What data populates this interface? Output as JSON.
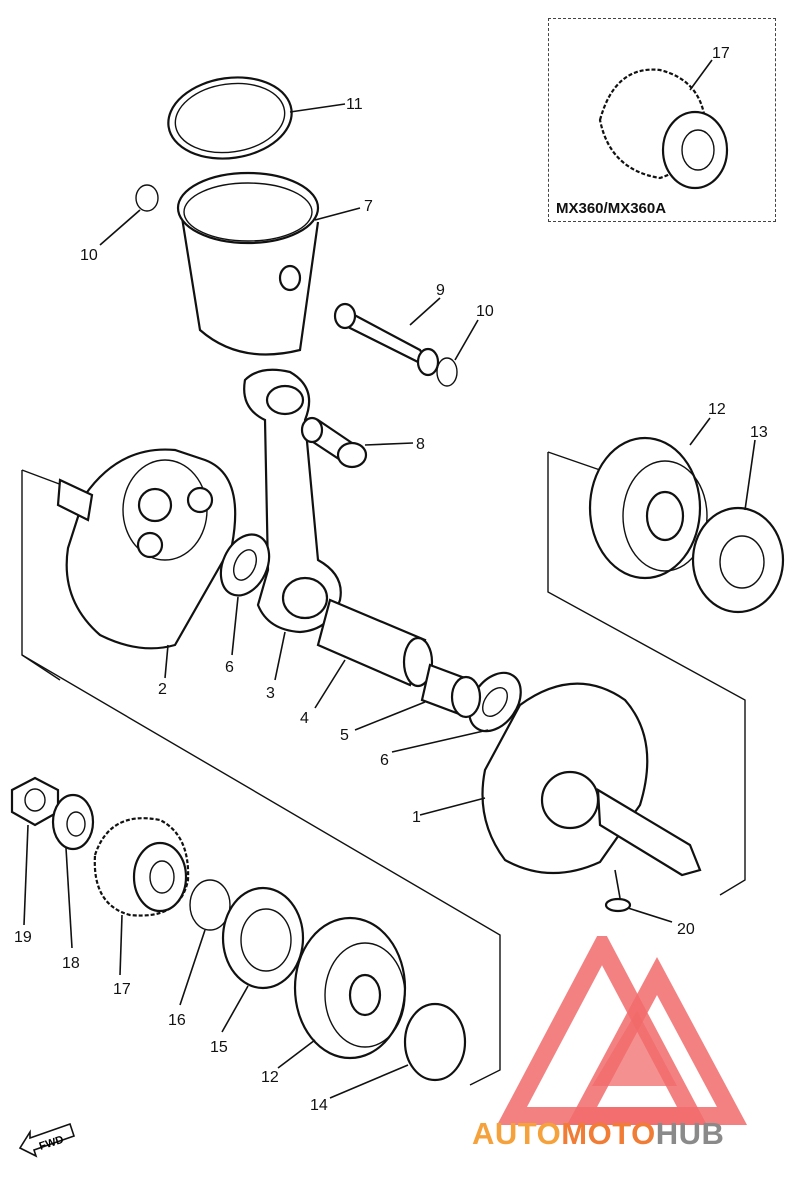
{
  "variant": {
    "label": "MX360/MX360A",
    "part_number": "17"
  },
  "callouts": [
    {
      "id": "c1",
      "text": "1"
    },
    {
      "id": "c2",
      "text": "2"
    },
    {
      "id": "c3",
      "text": "3"
    },
    {
      "id": "c4",
      "text": "4"
    },
    {
      "id": "c5",
      "text": "5"
    },
    {
      "id": "c6a",
      "text": "6"
    },
    {
      "id": "c6b",
      "text": "6"
    },
    {
      "id": "c7",
      "text": "7"
    },
    {
      "id": "c8",
      "text": "8"
    },
    {
      "id": "c9",
      "text": "9"
    },
    {
      "id": "c10a",
      "text": "10"
    },
    {
      "id": "c10b",
      "text": "10"
    },
    {
      "id": "c11",
      "text": "11"
    },
    {
      "id": "c12a",
      "text": "12"
    },
    {
      "id": "c12b",
      "text": "12"
    },
    {
      "id": "c13",
      "text": "13"
    },
    {
      "id": "c14",
      "text": "14"
    },
    {
      "id": "c15",
      "text": "15"
    },
    {
      "id": "c16",
      "text": "16"
    },
    {
      "id": "c17",
      "text": "17"
    },
    {
      "id": "c18",
      "text": "18"
    },
    {
      "id": "c19",
      "text": "19"
    },
    {
      "id": "c20",
      "text": "20"
    }
  ],
  "direction_arrow": "FWD",
  "watermark": {
    "part1": "AUTO",
    "part2": "MOTO",
    "part3": "HUB",
    "colors": {
      "auto": "#f6a23c",
      "moto": "#f07c36",
      "hub": "#8a8a8a",
      "triangle": "#f26b6b"
    }
  }
}
